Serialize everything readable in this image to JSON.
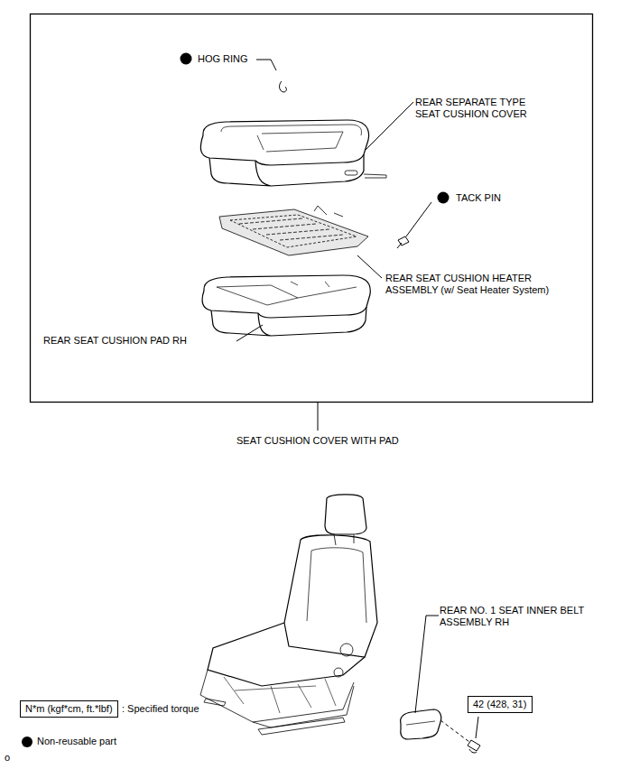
{
  "diagram": {
    "nodes": [
      {
        "text": [
          "42 (428, 31)"
        ]
      },
      {
        "text": [
          "N*m (kgf*cm, ft.*lbf)"
        ]
      }
    ],
    "labels": [
      "HOG RING",
      "REAR SEPARATE TYPE SEAT CUSHION COVER",
      "TACK PIN",
      "REAR SEAT CUSHION HEATER ASSEMBLY (w/ Seat Heater System)",
      "REAR SEAT CUSHION PAD RH",
      "SEAT CUSHION COVER WITH PAD",
      "REAR NO. 1 SEAT INNER BELT ASSEMBLY RH",
      "o"
    ],
    "legend": [
      {
        "text": ": Specified torque"
      },
      {
        "text": "Non-reusable part",
        "color": "#000000"
      }
    ]
  }
}
